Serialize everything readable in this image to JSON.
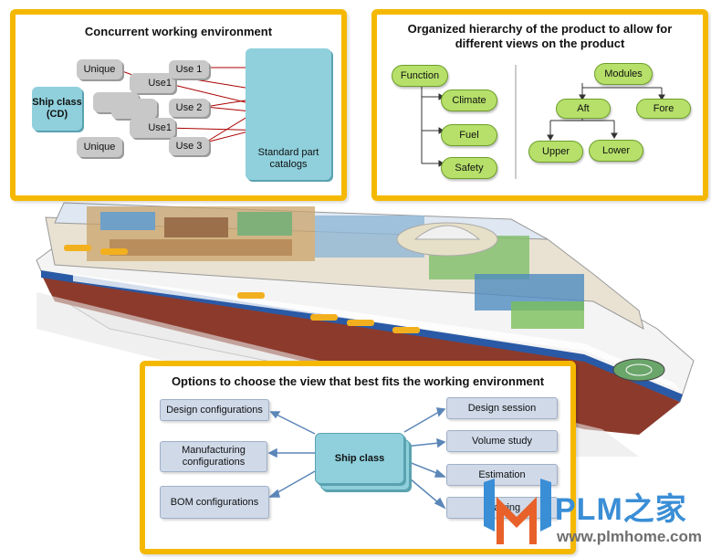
{
  "panel1": {
    "title": "Concurrent working environment",
    "ship_class": "Ship class (CD)",
    "unique_1": "Unique",
    "unique_2": "Unique",
    "use1_a": "Use1",
    "use1_b": "Use1",
    "use_1": "Use 1",
    "use_2": "Use 2",
    "use_3": "Use 3",
    "catalog": "Standard part catalogs"
  },
  "panel2": {
    "title_line1": "Organized hierarchy of the product to allow for",
    "title_line2": "different views on the product",
    "function": "Function",
    "climate": "Climate",
    "fuel": "Fuel",
    "safety": "Safety",
    "modules": "Modules",
    "aft": "Aft",
    "fore": "Fore",
    "upper": "Upper",
    "lower": "Lower"
  },
  "panel3": {
    "title": "Options to choose the view that best fits the working environment",
    "design_configurations": "Design configurations",
    "manufacturing_configurations": "Manufacturing configurations",
    "bom_configurations": "BOM configurations",
    "ship_class": "Ship class",
    "design_session": "Design session",
    "volume_study": "Volume study",
    "estimation": "Estimation",
    "drawing": "Drawing"
  },
  "watermark": {
    "brand": "PLM之家",
    "url": "www.plmhome.com"
  },
  "colors": {
    "frame": "#f5b800",
    "cyan_box": "#8fd0dc",
    "green_node": "#b6e06a",
    "blue_box": "#cfd9e8",
    "hull_red": "#8c3a2c",
    "hull_blue": "#2a5aa6"
  }
}
